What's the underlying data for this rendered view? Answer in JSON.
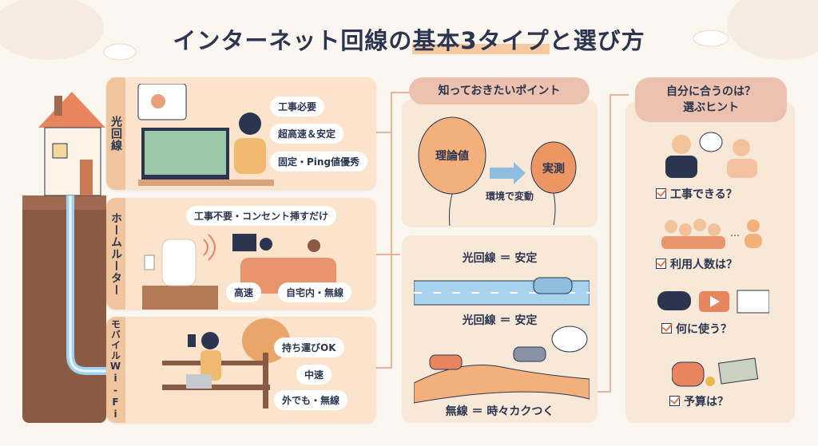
{
  "title": {
    "prefix": "インターネット回線の",
    "highlight": "基本3タイプ",
    "suffix": "と選び方"
  },
  "types": [
    {
      "label": "光回線",
      "tags": [
        "工事必要",
        "超高速＆安定",
        "固定・Ping値優秀"
      ]
    },
    {
      "label": "ホームルーター",
      "tags": [
        "工事不要・コンセント挿すだけ",
        "高速",
        "自宅内・無線"
      ]
    },
    {
      "label": "モバイルWi-Fi",
      "tags": [
        "持ち運びOK",
        "中速",
        "外でも・無線"
      ]
    }
  ],
  "points": {
    "header": "知っておきたいポイント",
    "theory": "理論値",
    "actual": "実測",
    "note": "環境で変動",
    "fiber1": "光回線 ＝ 安定",
    "fiber2": "光回線 ＝ 安定",
    "wireless": "無線 ＝ 時々カクつく"
  },
  "hints": {
    "header1": "自分に合うのは？",
    "header2": "選ぶヒント",
    "items": [
      "工事できる？",
      "利用人数は？",
      "何に使う？",
      "予算は？"
    ]
  },
  "colors": {
    "navy": "#2b3550",
    "peach": "#fbe3cc",
    "strip": "#f0c59d",
    "accent": "#e88a5a",
    "pipe": "#9fd3f0"
  }
}
